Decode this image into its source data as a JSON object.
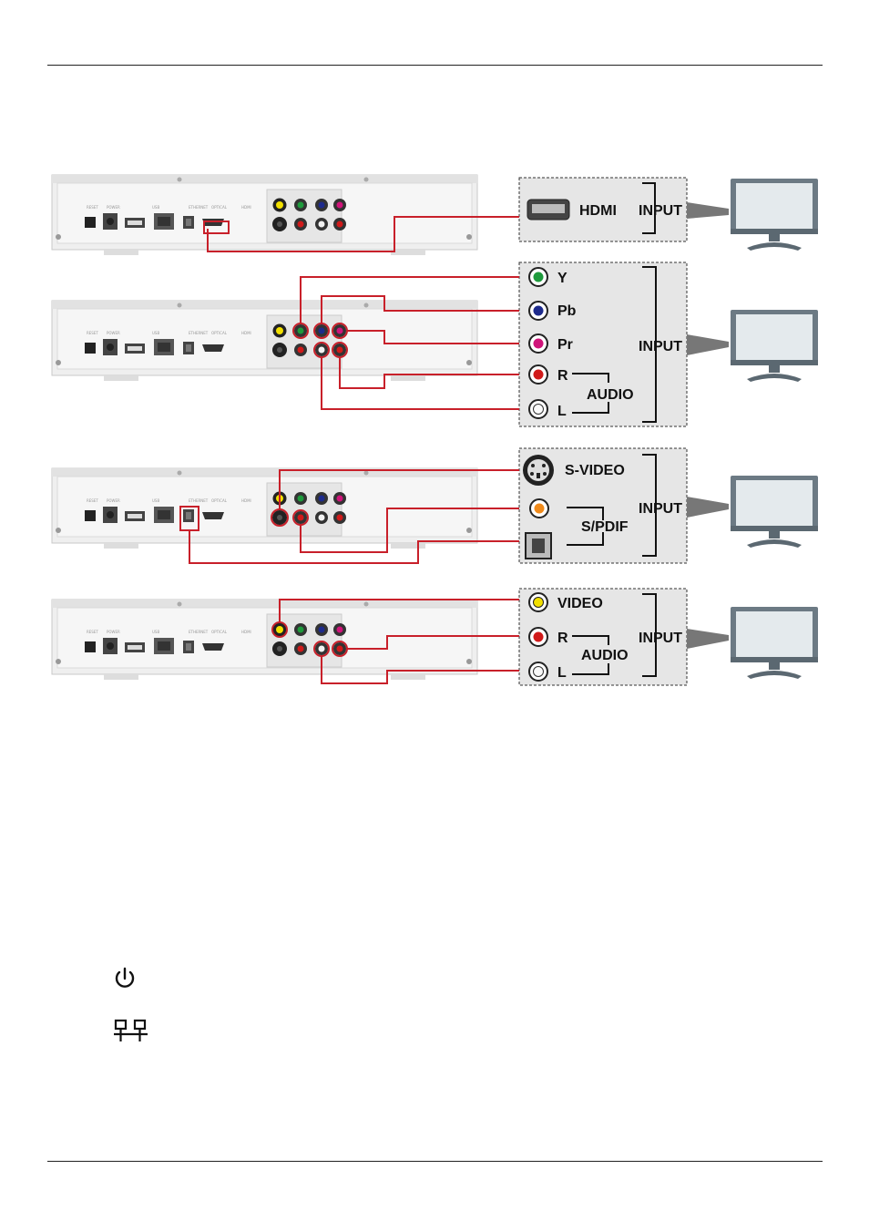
{
  "connections": [
    {
      "id": "hdmi",
      "labels": [
        "HDMI"
      ],
      "input_label": "INPUT"
    },
    {
      "id": "component",
      "labels": [
        "Y",
        "Pb",
        "Pr",
        "R",
        "L"
      ],
      "group_label": "AUDIO",
      "input_label": "INPUT"
    },
    {
      "id": "svideo",
      "labels": [
        "S-VIDEO"
      ],
      "group_label": "S/PDIF",
      "input_label": "INPUT"
    },
    {
      "id": "composite",
      "labels": [
        "VIDEO",
        "R",
        "L"
      ],
      "group_label": "AUDIO",
      "input_label": "INPUT"
    }
  ],
  "colors": {
    "cable": "#c8202a",
    "panel_bg": "#e6e6e6",
    "jack_y": "#1e9a3c",
    "jack_pb": "#1d2a8c",
    "jack_pr": "#d0147a",
    "jack_r": "#d01a1a",
    "jack_l": "#f2f2f2",
    "jack_video": "#f2e000",
    "jack_spdif": "#f08a1a"
  },
  "icons": {
    "power": "power-icon",
    "network": "network-icon"
  }
}
